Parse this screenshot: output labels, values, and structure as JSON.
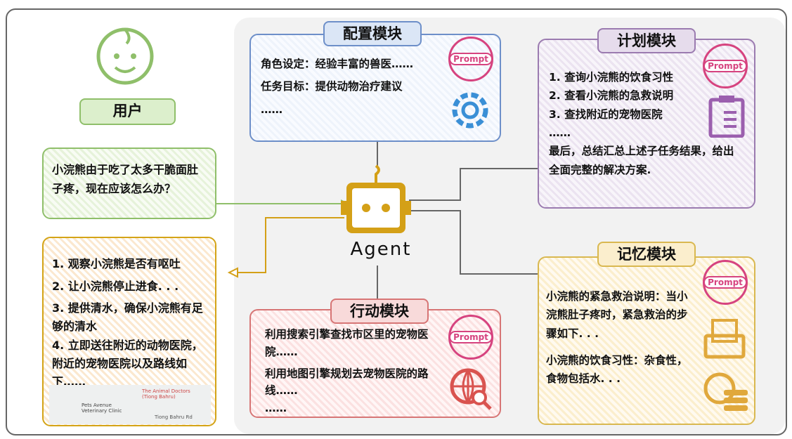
{
  "user": {
    "label": "用户",
    "question": "小浣熊由于吃了太多干脆面肚子疼，现在应该怎么办？"
  },
  "answer": {
    "items": [
      "1. 观察小浣熊是否有呕吐",
      "2. 让小浣熊停止进食. . .",
      "3. 提供清水，确保小浣熊有足够的清水",
      "4. 立即送往附近的动物医院，附近的宠物医院以及路线如下……"
    ],
    "map": {
      "place1": "The Animal Doctors (Tiong Bahru)",
      "place2": "Pets Avenue Veterinary Clinic",
      "road": "Tiong Bahru Rd"
    }
  },
  "agent": {
    "label": "Agent"
  },
  "stamp": "Prompt",
  "config": {
    "title": "配置模块",
    "lines": [
      "角色设定：经验丰富的兽医……",
      "任务目标：提供动物治疗建议",
      "……"
    ]
  },
  "plan": {
    "title": "计划模块",
    "lines": [
      "1. 查询小浣熊的饮食习性",
      "2. 查看小浣熊的急救说明",
      "3. 查找附近的宠物医院",
      "……",
      "最后，总结汇总上述子任务结果，给出全面完整的解决方案."
    ]
  },
  "memory": {
    "title": "记忆模块",
    "lines": [
      "小浣熊的紧急救治说明：当小浣熊肚子疼时，紧急救治的步骤如下. . .",
      "小浣熊的饮食习性：杂食性，食物包括水. . ."
    ]
  },
  "action": {
    "title": "行动模块",
    "lines": [
      "利用搜索引擎查找市区里的宠物医院……",
      "利用地图引擎规划去宠物医院的路线……",
      "……"
    ]
  },
  "colors": {
    "green": "#8fbf6a",
    "blue": "#6d8fc9",
    "purple": "#9b7bb0",
    "yellow": "#d9b850",
    "red": "#d77575",
    "robot": "#d4a017",
    "stamp": "#d6437f"
  }
}
